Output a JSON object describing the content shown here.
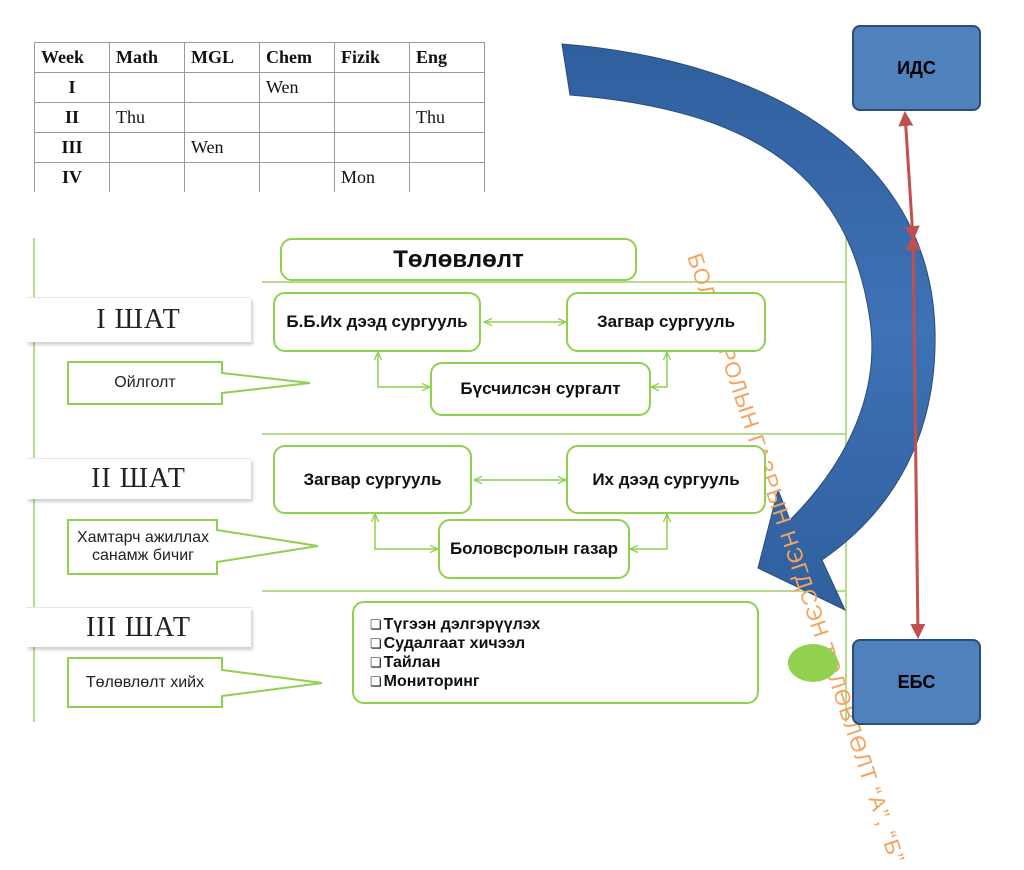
{
  "table": {
    "headers": [
      "Week",
      "Math",
      "MGL",
      "Chem",
      "Fizik",
      "Eng"
    ],
    "rows": [
      [
        "I",
        "",
        "",
        "Wen",
        "",
        ""
      ],
      [
        "II",
        "Thu",
        "",
        "",
        "",
        "Thu"
      ],
      [
        "III",
        "",
        "Wen",
        "",
        "",
        ""
      ],
      [
        "IV",
        "",
        "",
        "",
        "Mon",
        ""
      ]
    ]
  },
  "diagram": {
    "title": "Төлөвлөлт",
    "stages": [
      {
        "label": "I ШАТ",
        "note": "Ойлголт",
        "boxes": [
          "Б.Б.Их дээд сургууль",
          "Загвар сургууль",
          "Бүсчилсэн сургалт"
        ]
      },
      {
        "label": "II ШАТ",
        "note": "Хамтарч ажиллах санамж бичиг",
        "boxes": [
          "Загвар сургууль",
          "Их дээд сургууль",
          "Боловсролын газар"
        ]
      },
      {
        "label": "III ШАТ",
        "note": "Төлөвлөлт хийх",
        "list": [
          "Түгээн дэлгэрүүлэх",
          "Судалгаат хичээл",
          "Тайлан",
          "Мониторинг"
        ]
      }
    ],
    "side": {
      "top_box": "ИДС",
      "bottom_box": "ЕБС",
      "arrow_text": "БОЛОВСРОЛЫН ГАЗРЫН НЭГДСЭН ТӨЛӨВЛӨЛТ “А”, “Б”"
    }
  },
  "colors": {
    "green_border": "#8fd14f",
    "blue_box": "#4f81bd",
    "big_arrow": "#3a6bab",
    "red_line": "#c0504d",
    "orange_text": "#f4a460",
    "dot": "#92d050"
  }
}
